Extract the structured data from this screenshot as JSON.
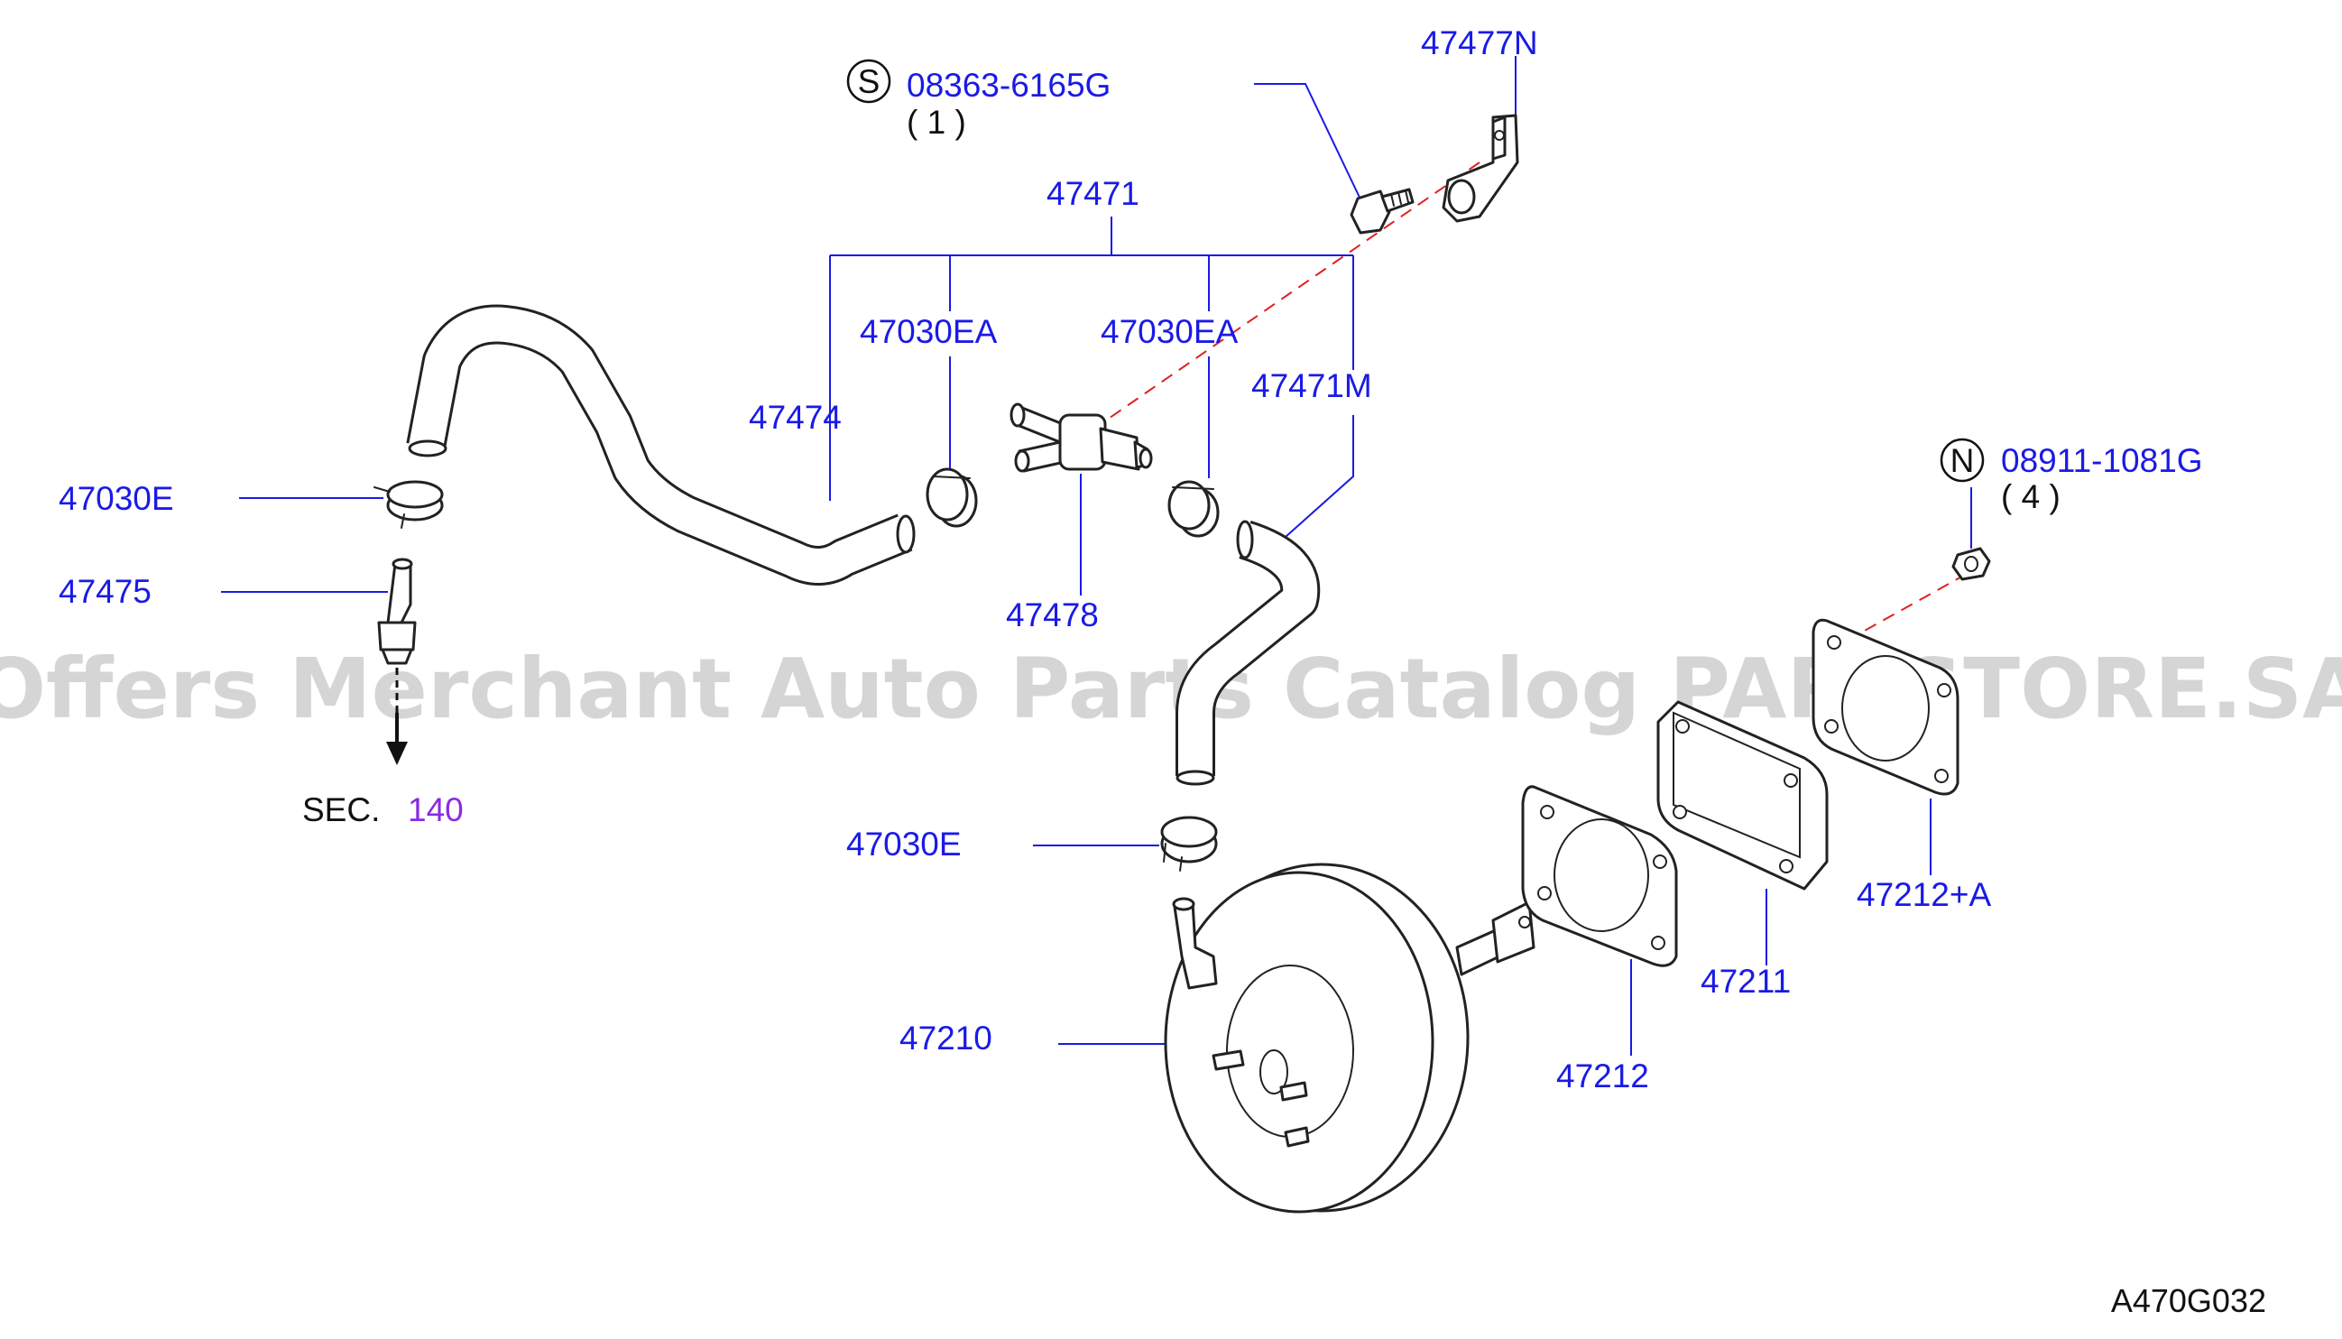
{
  "parts": {
    "bolt_code": "08363-6165G",
    "bolt_qty": "( 1 )",
    "bolt_symbol": "S",
    "bracket": "47477N",
    "hose_assembly": "47471",
    "clamp_ea_left": "47030EA",
    "clamp_ea_right": "47030EA",
    "hose_left": "47474",
    "hose_main": "47471M",
    "clamp_e_left": "47030E",
    "connector": "47475",
    "check_valve": "47478",
    "nut_symbol": "N",
    "nut_code": "08911-1081G",
    "nut_qty": "( 4 )",
    "clamp_e_lower": "47030E",
    "booster": "47210",
    "gasket_1": "47212",
    "spacer": "47211",
    "gasket_2": "47212+A"
  },
  "section_ref": {
    "prefix": "SEC.",
    "number": "140"
  },
  "watermark": "Offers Merchant Auto Parts Catalog PARTSTORE.SA",
  "diagram_code": "A470G032",
  "colors": {
    "label": "#1a1ae6",
    "section_number": "#8a2be2",
    "centerline": "#e02020",
    "watermark": "#c8c8c8"
  }
}
